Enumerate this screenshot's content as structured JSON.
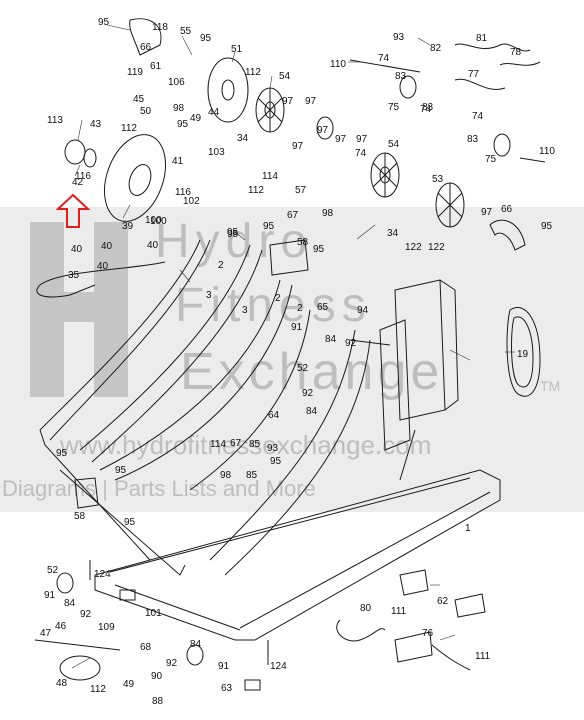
{
  "watermark": {
    "line1": "Hydro",
    "line2": "Fitness",
    "line3": "Exchange",
    "tm": "TM",
    "url": "www.hydrofitnessexchange.com",
    "tagline": "Diagrams | Parts Lists and More"
  },
  "callout": {
    "arrow_color": "#e02020"
  },
  "part_labels": [
    "95",
    "118",
    "66",
    "55",
    "95",
    "51",
    "106",
    "119",
    "61",
    "112",
    "54",
    "93",
    "82",
    "110",
    "74",
    "81",
    "78",
    "83",
    "75",
    "74",
    "77",
    "45",
    "50",
    "44",
    "97",
    "97",
    "95",
    "98",
    "97",
    "113",
    "43",
    "112",
    "97",
    "34",
    "103",
    "83",
    "54",
    "74",
    "83",
    "75",
    "74",
    "110",
    "116",
    "42",
    "41",
    "49",
    "97",
    "97",
    "114",
    "112",
    "57",
    "53",
    "39",
    "100",
    "116",
    "102",
    "97",
    "66",
    "95",
    "67",
    "98",
    "100",
    "34",
    "95",
    "95",
    "40",
    "95",
    "58",
    "40",
    "40",
    "95",
    "40",
    "122",
    "122",
    "35",
    "2",
    "2",
    "2",
    "3",
    "3",
    "65",
    "94",
    "19",
    "91",
    "84",
    "92",
    "52",
    "92",
    "84",
    "64",
    "114",
    "67",
    "85",
    "93",
    "95",
    "98",
    "95",
    "85",
    "95",
    "58",
    "1",
    "95",
    "52",
    "124",
    "91",
    "62",
    "84",
    "92",
    "111",
    "101",
    "80",
    "111",
    "76",
    "47",
    "46",
    "109",
    "84",
    "68",
    "92",
    "91",
    "48",
    "112",
    "49",
    "90",
    "124",
    "88",
    "63"
  ]
}
